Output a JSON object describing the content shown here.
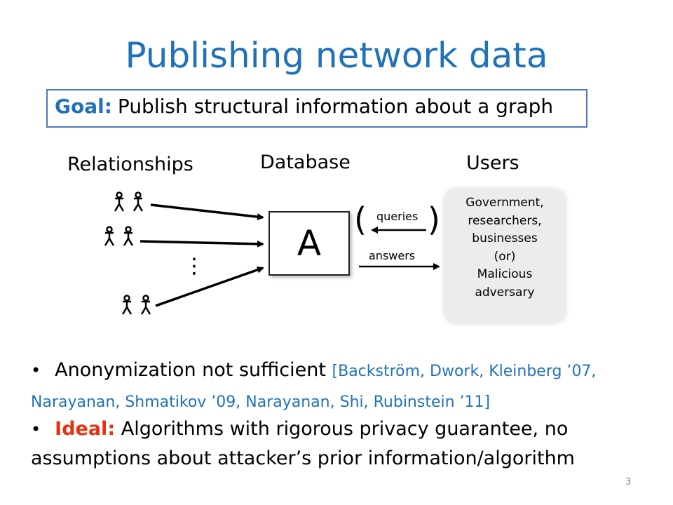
{
  "slide": {
    "title": "Publishing network data",
    "page_number": "3"
  },
  "goal": {
    "label": "Goal:",
    "text": "Publish structural information about a graph"
  },
  "diagram": {
    "relationships_heading": "Relationships",
    "database_heading": "Database",
    "users_heading": "Users",
    "database_label": "A",
    "ellipsis": "⋮",
    "queries_label": "queries",
    "answers_label": "answers",
    "paren_open": "(",
    "paren_close": ")",
    "users_lines": [
      "Government,",
      "researchers,",
      "businesses",
      "(or)",
      "Malicious",
      "adversary"
    ],
    "person_icon": "stick-figure-icon",
    "colors": {
      "accent": "#1f72b9",
      "ideal": "#e53213"
    }
  },
  "bullets": [
    {
      "lead": "Anonymization not sufficient",
      "citation": "[Backström, Dwork, Kleinberg ’07, Narayanan, Shmatikov ’09, Narayanan, Shi, Rubinstein ’11]"
    },
    {
      "lead": "Ideal:",
      "text": "Algorithms with rigorous privacy guarantee, no assumptions about attacker’s prior information/algorithm"
    }
  ]
}
